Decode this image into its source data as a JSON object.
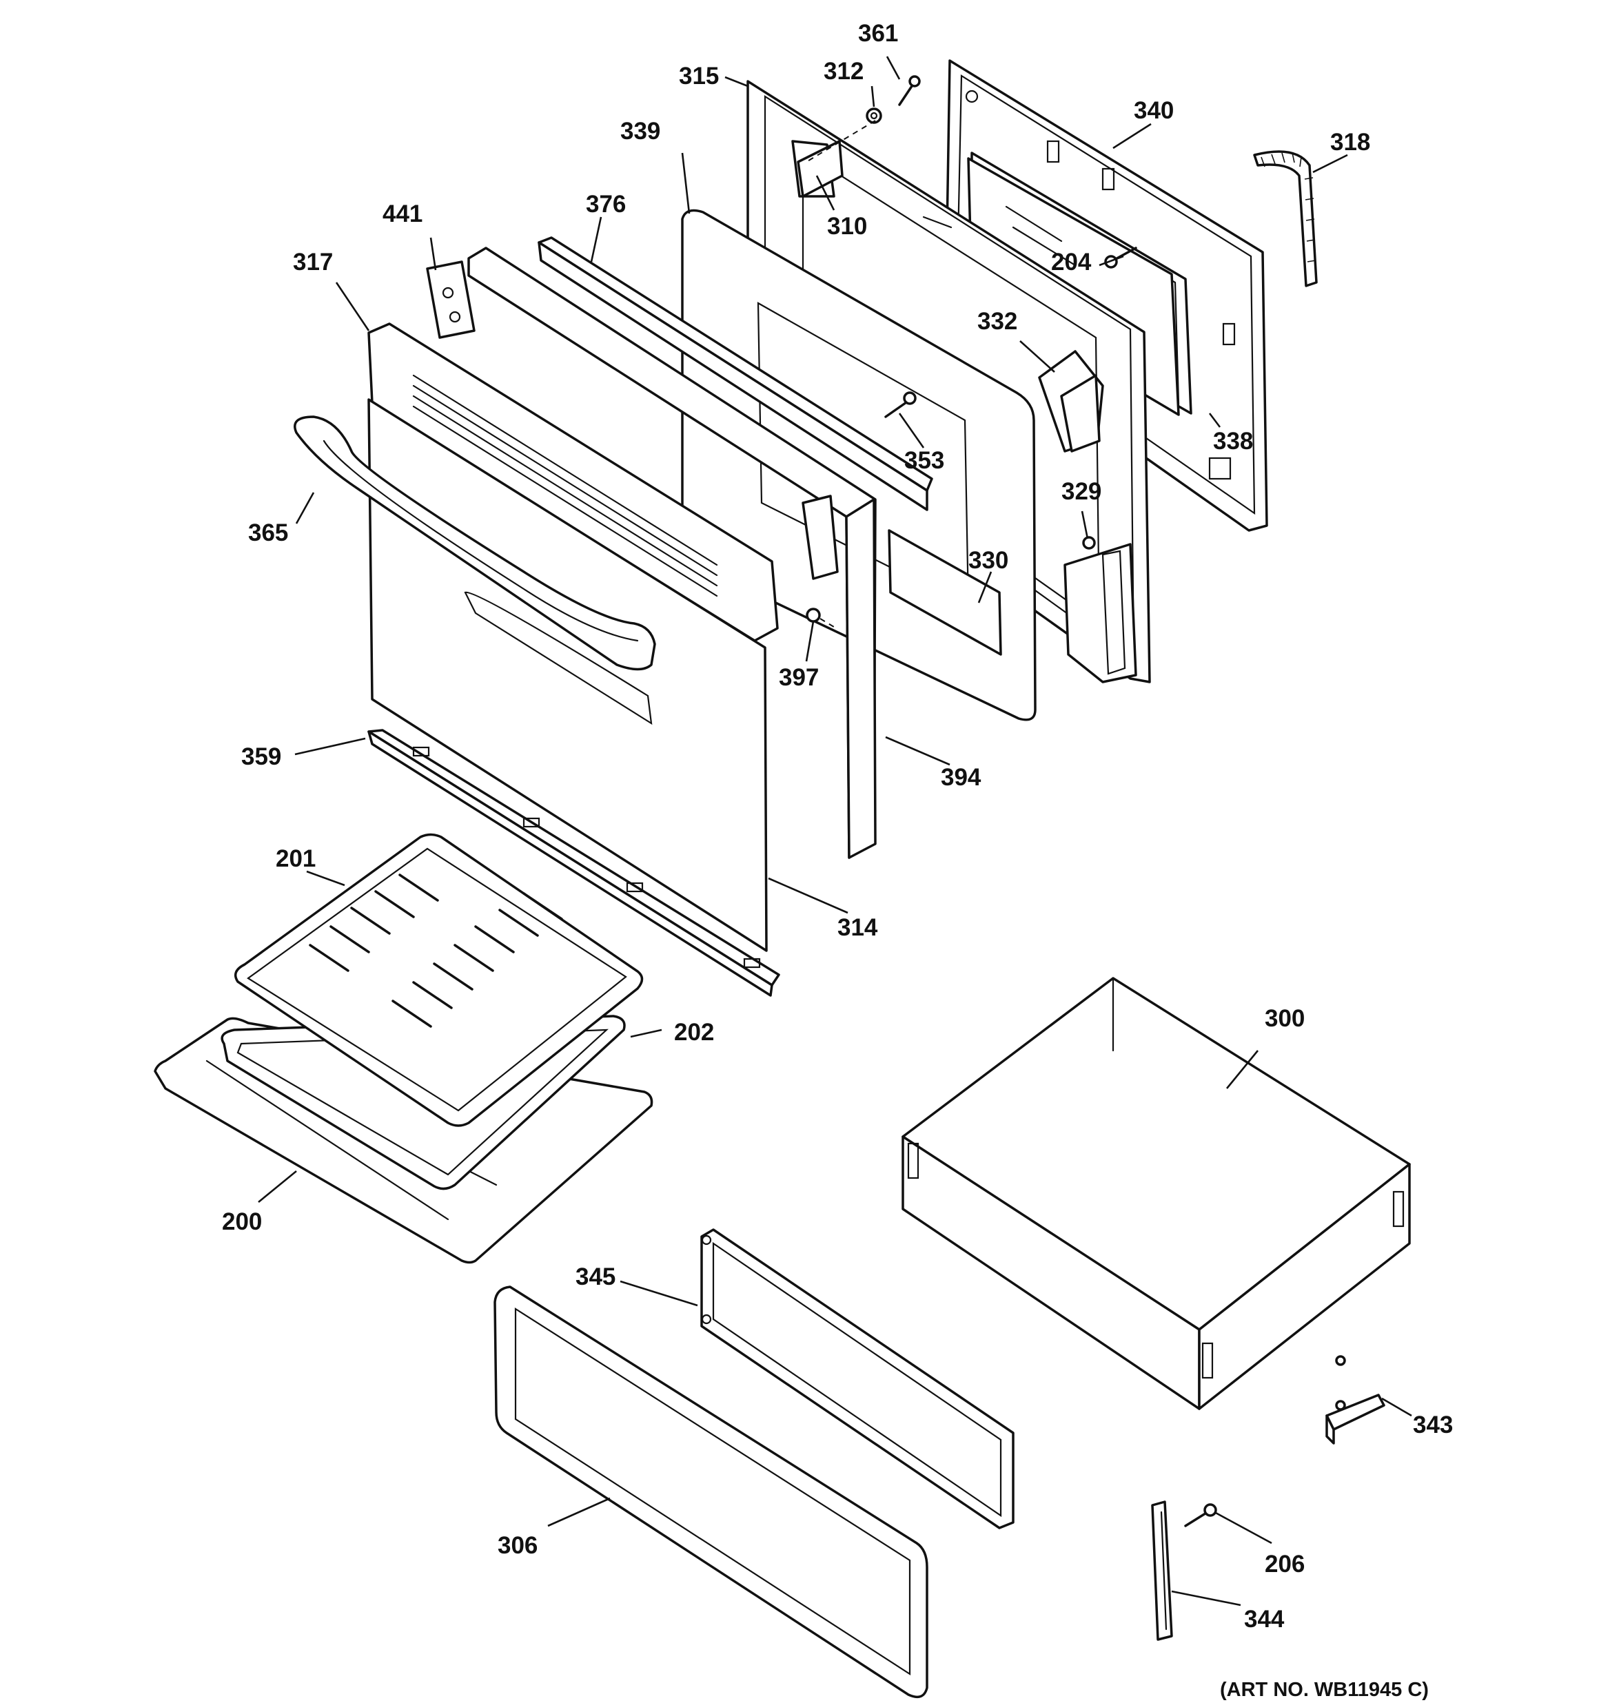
{
  "diagram": {
    "callouts": [
      {
        "id": "361",
        "text": "361"
      },
      {
        "id": "312",
        "text": "312"
      },
      {
        "id": "315",
        "text": "315"
      },
      {
        "id": "340",
        "text": "340"
      },
      {
        "id": "318",
        "text": "318"
      },
      {
        "id": "339",
        "text": "339"
      },
      {
        "id": "310",
        "text": "310"
      },
      {
        "id": "376",
        "text": "376"
      },
      {
        "id": "441",
        "text": "441"
      },
      {
        "id": "204",
        "text": "204"
      },
      {
        "id": "317",
        "text": "317"
      },
      {
        "id": "332",
        "text": "332"
      },
      {
        "id": "338",
        "text": "338"
      },
      {
        "id": "353",
        "text": "353"
      },
      {
        "id": "365",
        "text": "365"
      },
      {
        "id": "329",
        "text": "329"
      },
      {
        "id": "330",
        "text": "330"
      },
      {
        "id": "397",
        "text": "397"
      },
      {
        "id": "359",
        "text": "359"
      },
      {
        "id": "394",
        "text": "394"
      },
      {
        "id": "201",
        "text": "201"
      },
      {
        "id": "314",
        "text": "314"
      },
      {
        "id": "300",
        "text": "300"
      },
      {
        "id": "202",
        "text": "202"
      },
      {
        "id": "200",
        "text": "200"
      },
      {
        "id": "345",
        "text": "345"
      },
      {
        "id": "343",
        "text": "343"
      },
      {
        "id": "306",
        "text": "306"
      },
      {
        "id": "206",
        "text": "206"
      },
      {
        "id": "344",
        "text": "344"
      }
    ],
    "art_number": "(ART NO. WB11945 C)"
  }
}
